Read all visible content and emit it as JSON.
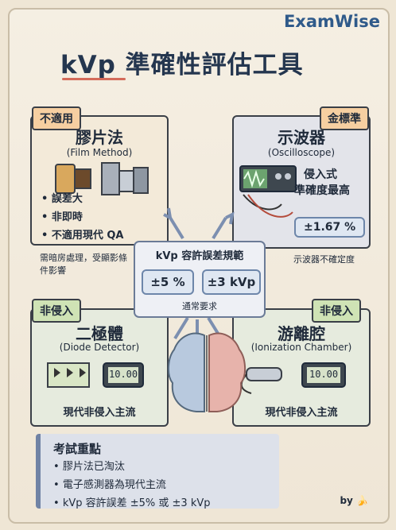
{
  "brand": "ExamWise",
  "title": "kVp 準確性評估工具",
  "cards": {
    "film": {
      "tag": "不適用",
      "title": "膠片法",
      "subtitle": "(Film Method)",
      "bullets": [
        "誤差大",
        "非即時",
        "不適用現代 QA"
      ],
      "note": "需暗房處理，受顯影條件影響"
    },
    "oscilloscope": {
      "tag": "金標準",
      "title": "示波器",
      "subtitle": "(Oscilloscope)",
      "right_text_1": "侵入式",
      "right_text_2": "準確度最高",
      "accuracy": "±1.67 %",
      "accuracy_note": "示波器不確定度"
    },
    "diode": {
      "tag": "非侵入",
      "title": "二極體",
      "subtitle": "(Diode Detector)",
      "display": "10.00",
      "footer": "現代非侵入主流"
    },
    "chamber": {
      "tag": "非侵入",
      "title": "游離腔",
      "subtitle": "(Ionization Chamber)",
      "display": "10.00",
      "footer": "現代非侵入主流"
    }
  },
  "center": {
    "title": "kVp 容許誤差規範",
    "pill_left": "±5 %",
    "pill_right": "±3 kVp",
    "foot": "通常要求"
  },
  "summary": {
    "title": "考試重點",
    "items": [
      "膠片法已淘汰",
      "電子感測器為現代主流",
      "kVp 容許誤差 ±5% 或 ±3 kVp"
    ]
  },
  "by": "by 🍌",
  "colors": {
    "accent_blue": "#2f5a8a",
    "accent_red": "#d46b5a",
    "card_border": "#3a3f47",
    "center_border": "#6b7b97"
  }
}
